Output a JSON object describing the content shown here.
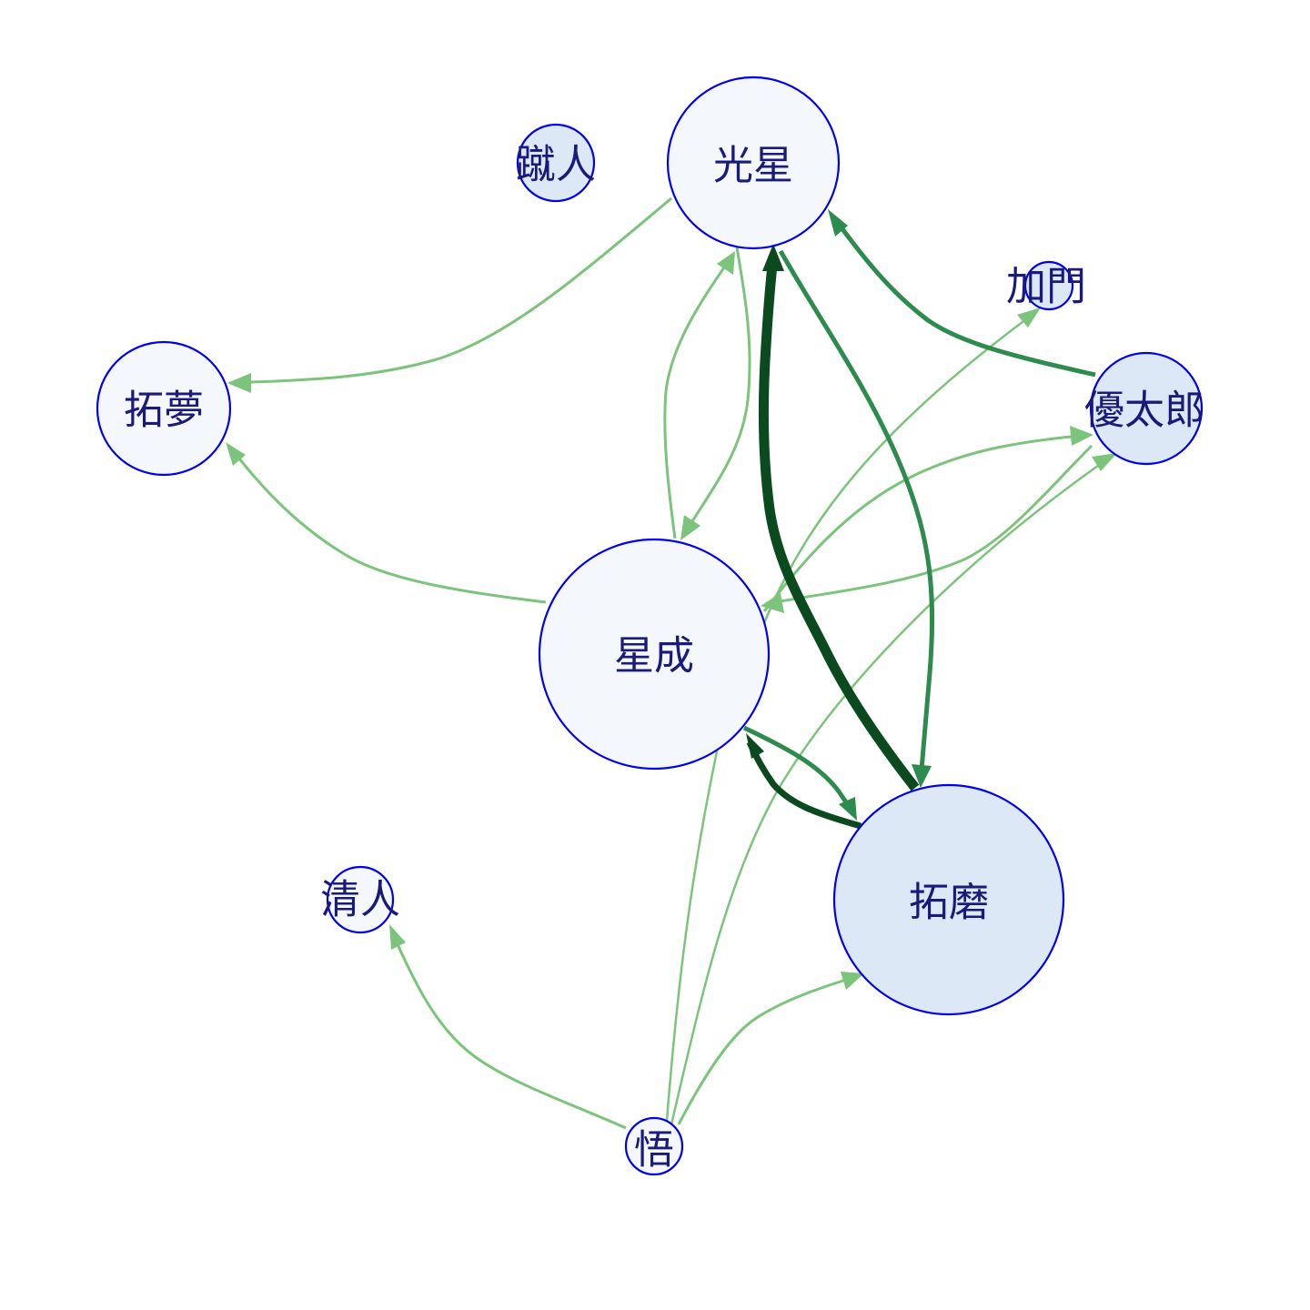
{
  "colors": {
    "node_stroke": "#0000ee",
    "node_fill_light": "#f4f8fd",
    "node_fill_mid": "#dce8f6",
    "label": "#1a1a7a",
    "edge_weak": "#7cc47c",
    "edge_mid": "#2e8b4e",
    "edge_strong": "#0b4a1e"
  },
  "nodes": [
    {
      "id": "koushi",
      "label": "光星"
    },
    {
      "id": "shuuto",
      "label": "蹴人"
    },
    {
      "id": "takumu",
      "label": "拓夢"
    },
    {
      "id": "kamon",
      "label": "加門"
    },
    {
      "id": "yuutarou",
      "label": "優太郎"
    },
    {
      "id": "seina",
      "label": "星成"
    },
    {
      "id": "takuma",
      "label": "拓磨"
    },
    {
      "id": "kiyoto",
      "label": "清人"
    },
    {
      "id": "satoru",
      "label": "悟"
    }
  ],
  "edges": [
    {
      "from": "koushi",
      "to": "takumu",
      "weight": "weak"
    },
    {
      "from": "koushi",
      "to": "seina",
      "weight": "weak"
    },
    {
      "from": "koushi",
      "to": "takuma",
      "weight": "mid"
    },
    {
      "from": "seina",
      "to": "koushi",
      "weight": "weak"
    },
    {
      "from": "seina",
      "to": "takumu",
      "weight": "weak"
    },
    {
      "from": "seina",
      "to": "yuutarou",
      "weight": "weak"
    },
    {
      "from": "seina",
      "to": "kamon",
      "weight": "weak"
    },
    {
      "from": "seina",
      "to": "takuma",
      "weight": "mid"
    },
    {
      "from": "yuutarou",
      "to": "koushi",
      "weight": "mid"
    },
    {
      "from": "yuutarou",
      "to": "seina",
      "weight": "weak"
    },
    {
      "from": "takuma",
      "to": "koushi",
      "weight": "strong"
    },
    {
      "from": "takuma",
      "to": "seina",
      "weight": "strong"
    },
    {
      "from": "satoru",
      "to": "kiyoto",
      "weight": "weak"
    },
    {
      "from": "satoru",
      "to": "takuma",
      "weight": "weak"
    },
    {
      "from": "satoru",
      "to": "yuutarou",
      "weight": "weak"
    },
    {
      "from": "satoru",
      "to": "seina",
      "weight": "weak"
    }
  ]
}
